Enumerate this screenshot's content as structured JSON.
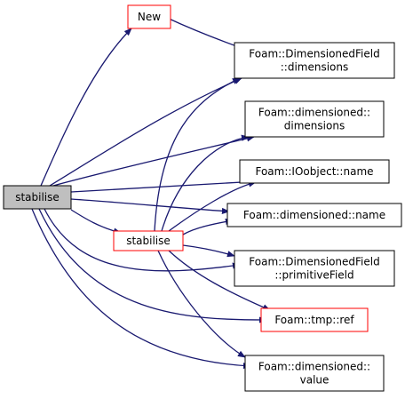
{
  "colors": {
    "edge": "#191970",
    "node_border_default": "#000000",
    "node_border_highlight": "#ff0000",
    "node_fill_default": "#ffffff",
    "node_fill_selected": "#bfbfbf"
  },
  "nodes": [
    {
      "id": "stabilise_main",
      "lines": [
        "stabilise"
      ],
      "style": "selected"
    },
    {
      "id": "new",
      "lines": [
        "New"
      ],
      "style": "highlight"
    },
    {
      "id": "stabilise_inner",
      "lines": [
        "stabilise"
      ],
      "style": "highlight"
    },
    {
      "id": "df_dimensions",
      "lines": [
        "Foam::DimensionedField",
        "::dimensions"
      ],
      "style": "default"
    },
    {
      "id": "dimensioned_dimensions",
      "lines": [
        "Foam::dimensioned::",
        "dimensions"
      ],
      "style": "default"
    },
    {
      "id": "ioobject_name",
      "lines": [
        "Foam::IOobject::name"
      ],
      "style": "default"
    },
    {
      "id": "dimensioned_name",
      "lines": [
        "Foam::dimensioned::name"
      ],
      "style": "default"
    },
    {
      "id": "df_primitivefield",
      "lines": [
        "Foam::DimensionedField",
        "::primitiveField"
      ],
      "style": "default"
    },
    {
      "id": "tmp_ref",
      "lines": [
        "Foam::tmp::ref"
      ],
      "style": "highlight"
    },
    {
      "id": "dimensioned_value",
      "lines": [
        "Foam::dimensioned::",
        "value"
      ],
      "style": "default"
    }
  ],
  "edges": [
    {
      "from": "stabilise_main",
      "to": "new"
    },
    {
      "from": "stabilise_main",
      "to": "df_dimensions"
    },
    {
      "from": "stabilise_main",
      "to": "dimensioned_dimensions"
    },
    {
      "from": "stabilise_main",
      "to": "ioobject_name"
    },
    {
      "from": "stabilise_main",
      "to": "dimensioned_name"
    },
    {
      "from": "stabilise_main",
      "to": "stabilise_inner"
    },
    {
      "from": "stabilise_main",
      "to": "df_primitivefield"
    },
    {
      "from": "stabilise_main",
      "to": "tmp_ref"
    },
    {
      "from": "stabilise_main",
      "to": "dimensioned_value"
    },
    {
      "from": "new",
      "to": "df_dimensions"
    },
    {
      "from": "stabilise_inner",
      "to": "df_dimensions"
    },
    {
      "from": "stabilise_inner",
      "to": "dimensioned_dimensions"
    },
    {
      "from": "stabilise_inner",
      "to": "ioobject_name"
    },
    {
      "from": "stabilise_inner",
      "to": "dimensioned_name"
    },
    {
      "from": "stabilise_inner",
      "to": "df_primitivefield"
    },
    {
      "from": "stabilise_inner",
      "to": "tmp_ref"
    },
    {
      "from": "stabilise_inner",
      "to": "dimensioned_value"
    }
  ]
}
